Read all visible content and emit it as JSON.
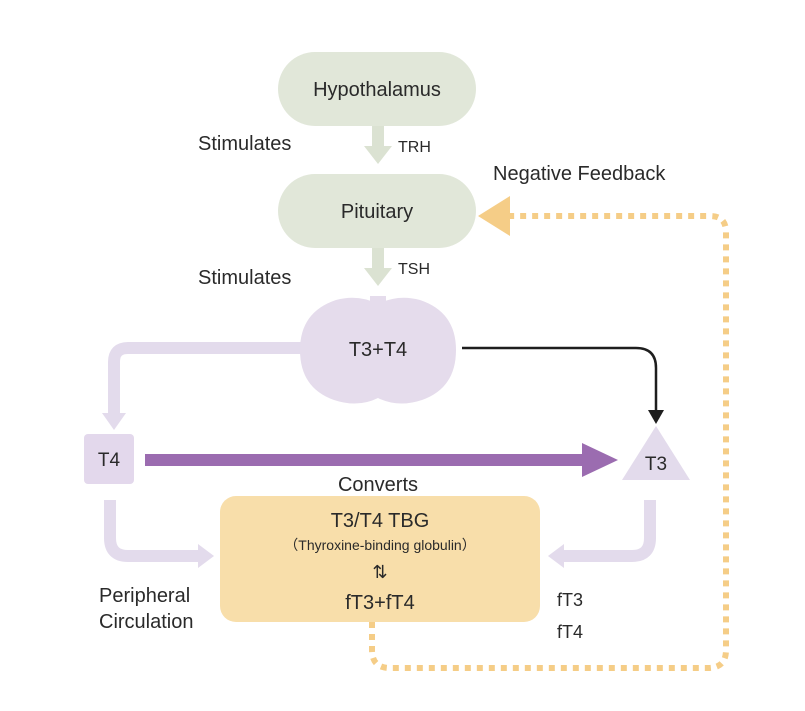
{
  "colors": {
    "gland_fill": "#e1e7d9",
    "gland_arrow": "#dbe2d2",
    "hormone_fill": "#e5dcec",
    "hormone_arrow": "#e3dbec",
    "conversion_arrow": "#9b6cb0",
    "binding_box": "#f8deaa",
    "feedback": "#f5cd87",
    "direct_arrow": "#1e1e1e",
    "text": "#2a2a2a"
  },
  "nodes": {
    "hypothalamus": "Hypothalamus",
    "pituitary": "Pituitary",
    "thyroid": "T3+T4",
    "t4": "T4",
    "t3": "T3",
    "binding_box": {
      "title": "T3/T4 TBG",
      "subtitle": "（Thyroxine-binding globulin）",
      "equilibrium_symbol": "⇅",
      "free": "fT3+fT4"
    }
  },
  "labels": {
    "stimulates_1": "Stimulates",
    "trh": "TRH",
    "stimulates_2": "Stimulates",
    "tsh": "TSH",
    "negative_feedback": "Negative Feedback",
    "converts": "Converts",
    "peripheral_line1": "Peripheral",
    "peripheral_line2": "Circulation",
    "ft3": "fT3",
    "ft4": "fT4"
  }
}
